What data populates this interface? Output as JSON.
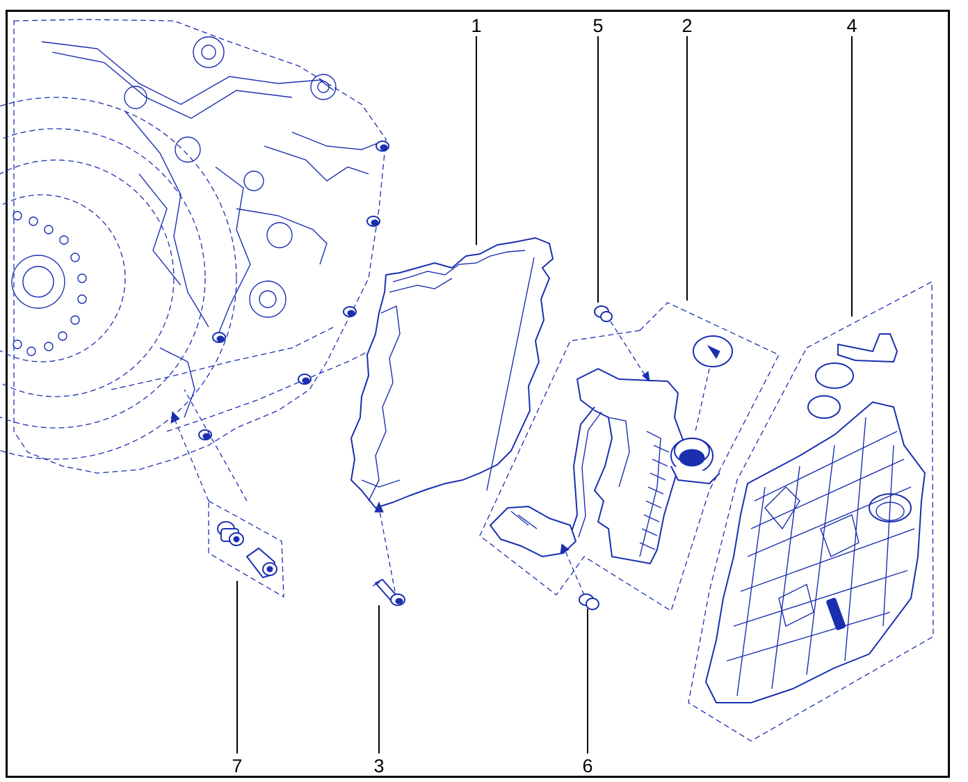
{
  "callouts": {
    "c1": "1",
    "c2": "2",
    "c3": "3",
    "c4": "4",
    "c5": "5",
    "c6": "6",
    "c7": "7"
  },
  "colors": {
    "line": "#1a2fb0",
    "label": "#000000",
    "background": "#ffffff"
  }
}
